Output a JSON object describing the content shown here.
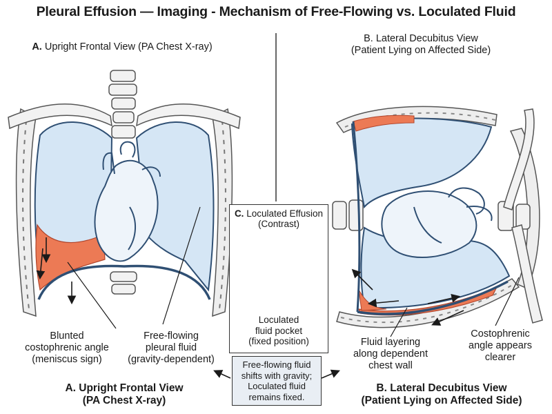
{
  "title": "Pleural Effusion — Imaging - Mechanism of Free-Flowing vs. Loculated Fluid",
  "panel_a": {
    "header_letter": "A.",
    "header_text": "Upright Frontal View (PA Chest X-ray)",
    "label_blunted": [
      "Blunted",
      "costophrenic angle",
      "(meniscus sign)"
    ],
    "label_free": [
      "Free-flowing",
      "pleural fluid",
      "(gravity-dependent)"
    ],
    "footer": [
      "A. Upright Frontal View",
      "(PA Chest X-ray)"
    ]
  },
  "panel_b": {
    "header_line1": "B. Lateral Decubitus View",
    "header_line2": "(Patient Lying on Affected Side)",
    "label_layering": [
      "Fluid layering",
      "along dependent",
      "chest wall"
    ],
    "label_costo": [
      "Costophrenic",
      "angle appears",
      "clearer"
    ],
    "footer": [
      "B. Lateral Decubitus View",
      "(Patient Lying on Affected Side)"
    ]
  },
  "panel_c": {
    "header_letter": "C.",
    "header_text": "Loculated Effusion",
    "header_sub": "(Contrast)",
    "label_pocket": [
      "Loculated",
      "fluid pocket",
      "(fixed position)"
    ]
  },
  "note": [
    "Free-flowing fluid",
    "shifts with gravity;",
    "Loculated fluid",
    "remains fixed."
  ],
  "colors": {
    "lung": "#d5e6f5",
    "fluid": "#ec7a55",
    "outline": "#2f4f73",
    "bone": "#f4f4f4",
    "note_bg": "#e9eef4"
  }
}
